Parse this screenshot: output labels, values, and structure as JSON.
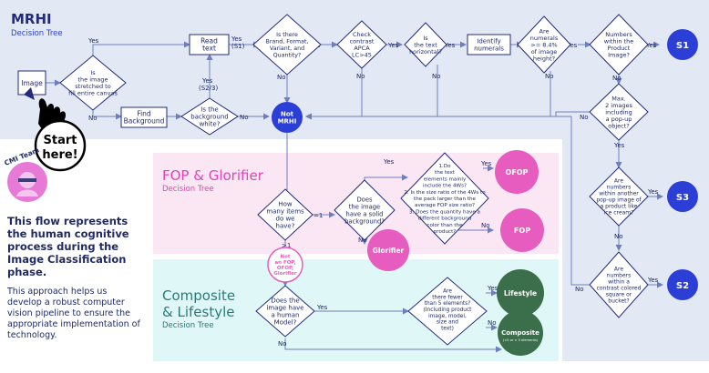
{
  "colors": {
    "navy": "#232c7a",
    "blue_accent": "#2b3fd6",
    "blue_zone": "#e3e8f5",
    "pink_zone": "#fbe6f4",
    "teal_zone": "#dff7f7",
    "pink_node": "#e65cbf",
    "green_node": "#3b6e4a",
    "zone_title_pink": "#e045b5",
    "zone_title_teal": "#2a7a7a",
    "avatar": "#e67ad6"
  },
  "mrhi": {
    "title": "MRHI",
    "subtitle": "Decision Tree"
  },
  "fop": {
    "title": "FOP & Glorifier",
    "subtitle": "Decision Tree"
  },
  "composite": {
    "title_line1": "Composite",
    "title_line2": "& Lifestyle",
    "subtitle": "Decision Tree"
  },
  "nodes": {
    "image": "Image",
    "stretched": [
      "Is",
      "the image",
      "stretched to",
      "fill entire canvas"
    ],
    "read_text": [
      "Read",
      "text"
    ],
    "find_background": [
      "Find",
      "Background"
    ],
    "bg_white": [
      "Is the",
      "background",
      "white?"
    ],
    "brand_q": [
      "Is there",
      "Brand, Format,",
      "Variant, and",
      "Quantity?"
    ],
    "contrast": [
      "Check",
      "contrast",
      "APCA",
      "LC>45"
    ],
    "horizontal": [
      "Is",
      "the text",
      "horizontal?"
    ],
    "identify": [
      "Identify",
      "numerals"
    ],
    "numerals_height": [
      "Are",
      "numerals",
      ">= 8.4%",
      "of image",
      "height?"
    ],
    "numbers_product": [
      "Numbers",
      "within the",
      "Product",
      "Image?"
    ],
    "max2": [
      "Max.",
      "2 images",
      "including",
      "a pop-up",
      "object?"
    ],
    "within_popup": [
      "Are",
      "numbers",
      "within another",
      "pop-up image of",
      "a product like",
      "ice cream?"
    ],
    "within_colored": [
      "Are",
      "numbers",
      "within a",
      "contrast colored",
      "square or",
      "bucket?"
    ],
    "not_mrhi": [
      "Not",
      "MRHI"
    ],
    "s1": "S1",
    "s2": "S2",
    "s3": "S3",
    "how_many": [
      "How",
      "many items",
      "do we",
      "have?"
    ],
    "solid_bg": [
      "Does",
      "the image",
      "have a solid",
      "background?"
    ],
    "fop_criteria": [
      "1.Do",
      "the text",
      "elements mainly",
      "include the 4Ws?",
      "2. Is  the size ratio of the 4Ws to",
      "the pack larger than the",
      "average FOP size ratio?",
      "3. Does the quantity have a",
      "different background",
      "color than the",
      "product?"
    ],
    "ofop": "OFOP",
    "fop_out": "FOP",
    "glorifier": "Glorifier",
    "not_fop": [
      "Not",
      "an FOP,",
      "OFOP,",
      "Glorifier"
    ],
    "human_model": [
      "Does the",
      "image have",
      "a human",
      "Model?"
    ],
    "fewer5": [
      "Are",
      "there fewer",
      "than 5 elements?",
      "(Including product",
      "image, model,",
      "size and",
      "text)"
    ],
    "lifestyle": "Lifestyle",
    "composite_out": "Composite",
    "composite_sub": "(<5 or > 5 elements)"
  },
  "edge_labels": {
    "yes": "Yes",
    "no": "No",
    "yes_s1": "(S1)",
    "yes_s23": [
      "Yes",
      "(S2/3)"
    ],
    "eq1": "=1",
    "gt1": ">1"
  },
  "start": {
    "line1": "Start",
    "line2": "here!"
  },
  "badge": "CMI Team",
  "side": {
    "title": "This flow represents the human cognitive process during the Image Classification phase.",
    "body": "This approach helps us develop a robust computer vision pipeline to ensure the appropriate implementation of technology."
  }
}
